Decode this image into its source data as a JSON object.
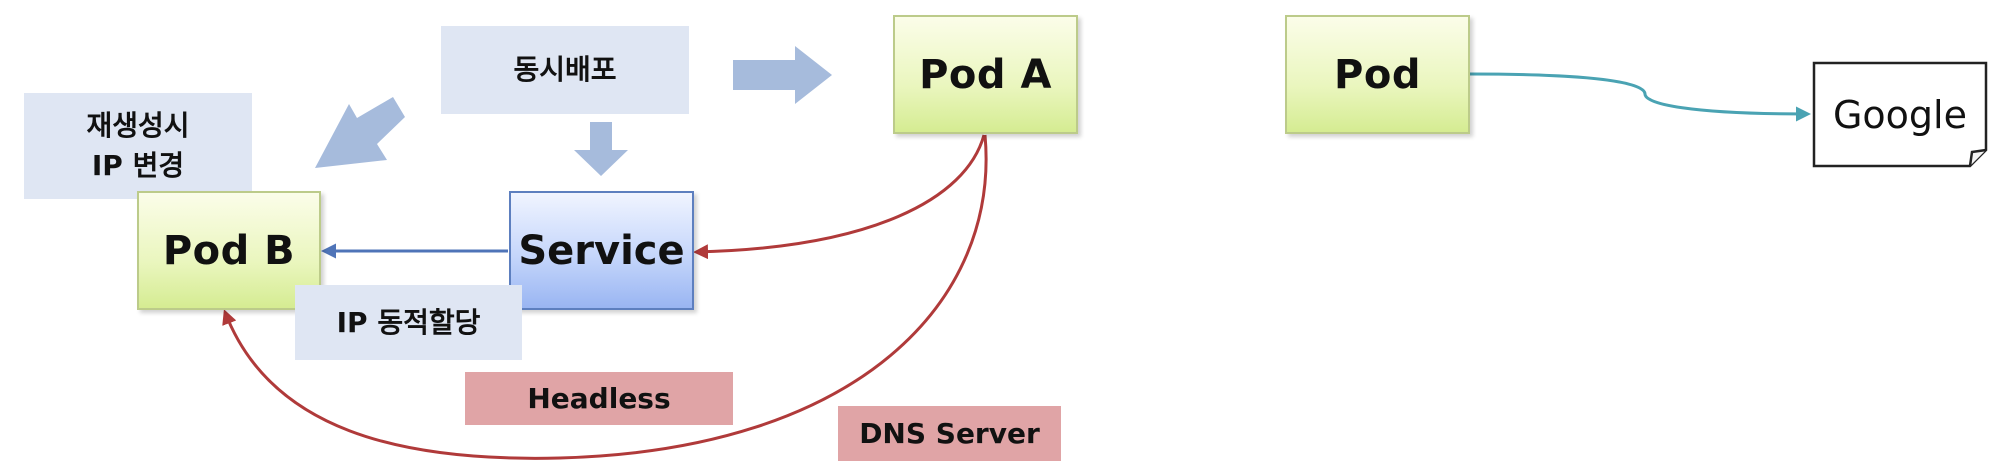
{
  "diagram": {
    "labels": {
      "deploy": "동시배포",
      "restart": [
        "재생성시",
        "IP 변경"
      ],
      "pod_a": "Pod A",
      "pod_b": "Pod B",
      "service": "Service",
      "dynamic_ip": "IP 동적할당",
      "headless": "Headless",
      "dns_server": "DNS Server",
      "pod": "Pod",
      "google": "Google"
    },
    "colors": {
      "pod_fill": "#eaf6be",
      "service_fill": "#c5d6fb",
      "note_fill": "#dfe6f3",
      "tag_fill": "#e0a4a6",
      "block_arrow": "#a6bbdc",
      "red_arrow": "#b03a3a",
      "blue_arrow": "#4f74b8",
      "teal_arrow": "#4aa3b3"
    }
  }
}
